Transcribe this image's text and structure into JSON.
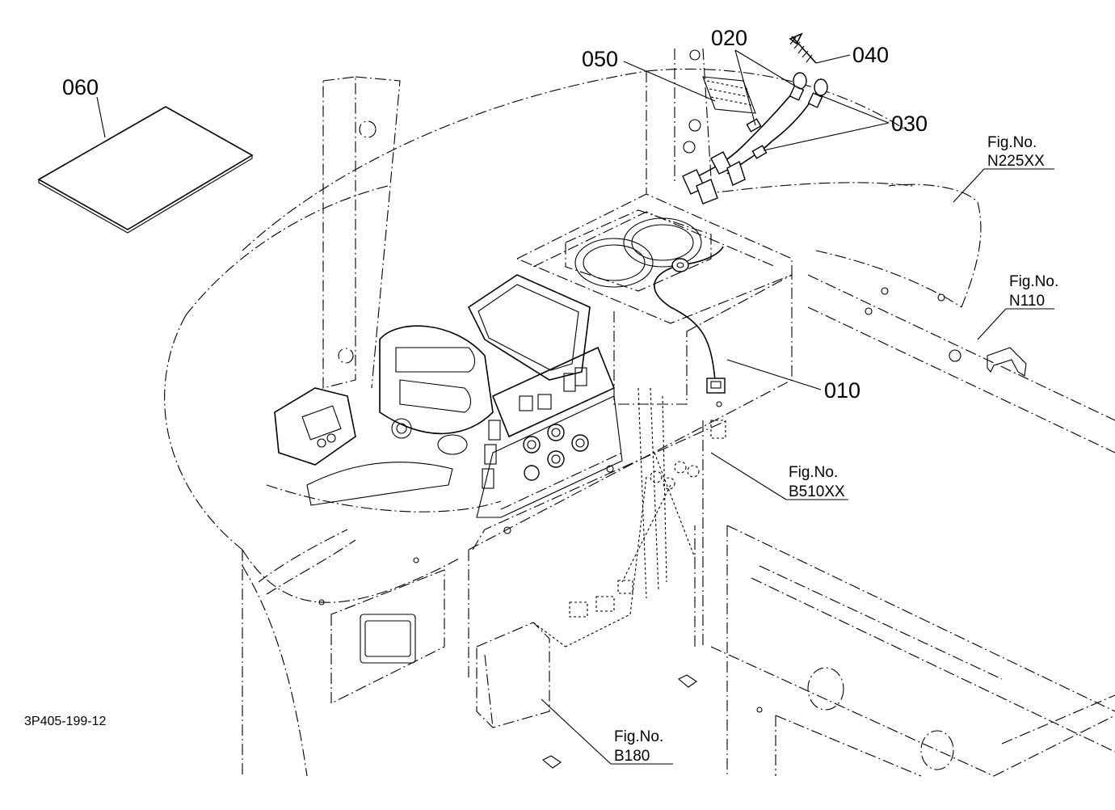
{
  "parts": [
    {
      "number": "010"
    },
    {
      "number": "020"
    },
    {
      "number": "030"
    },
    {
      "number": "040"
    },
    {
      "number": "050"
    },
    {
      "number": "060"
    }
  ],
  "figure_refs": [
    {
      "prefix": "Fig.No.",
      "code": "N225XX"
    },
    {
      "prefix": "Fig.No.",
      "code": "N110"
    },
    {
      "prefix": "Fig.No.",
      "code": "B510XX"
    },
    {
      "prefix": "Fig.No.",
      "code": "B180"
    }
  ],
  "drawing_number": "3P405-199-12"
}
